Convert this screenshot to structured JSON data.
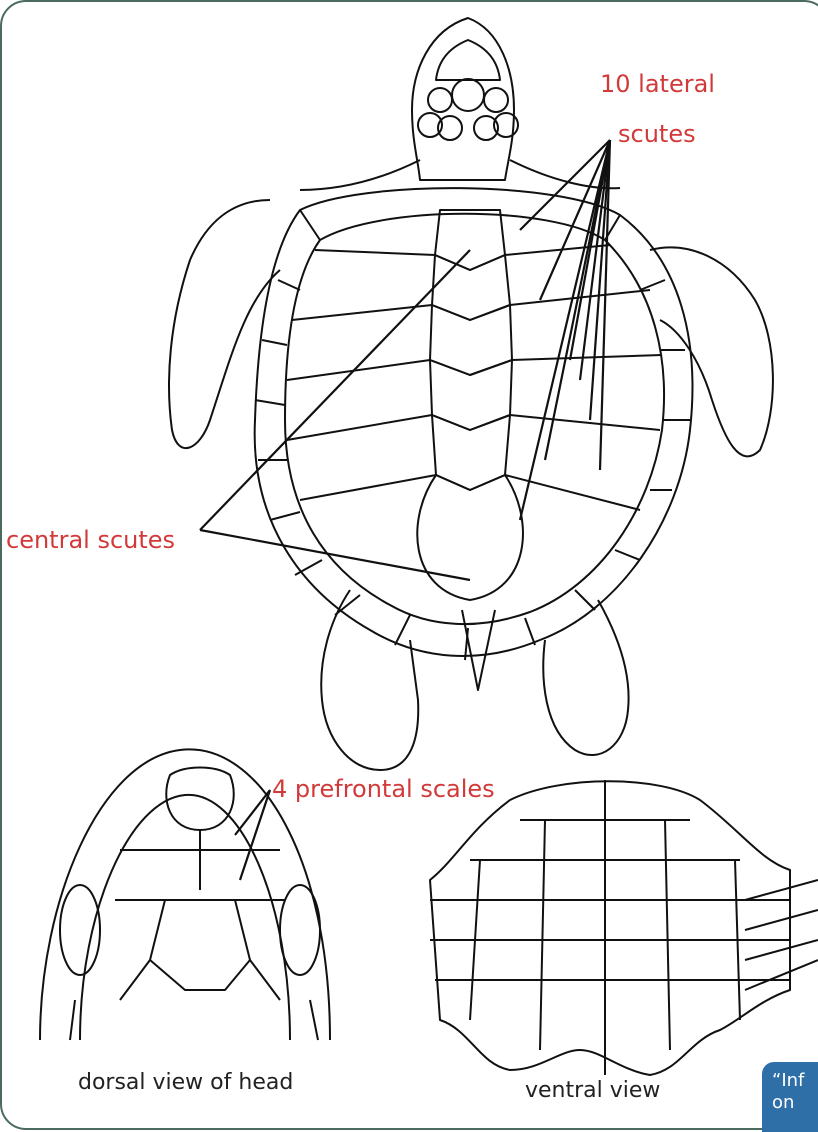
{
  "labels": {
    "lateral_line1": "10 lateral",
    "lateral_line2": "scutes",
    "central": "central scutes",
    "prefrontal": "4 prefrontal scales"
  },
  "captions": {
    "dorsal_head": "dorsal view of head",
    "ventral": "ventral view"
  },
  "note": {
    "line1": "“Inf",
    "line2": "on"
  },
  "colors": {
    "label_red": "#d23a3a",
    "frame_green": "#4a6b5e",
    "note_blue": "#2f6fa8"
  }
}
